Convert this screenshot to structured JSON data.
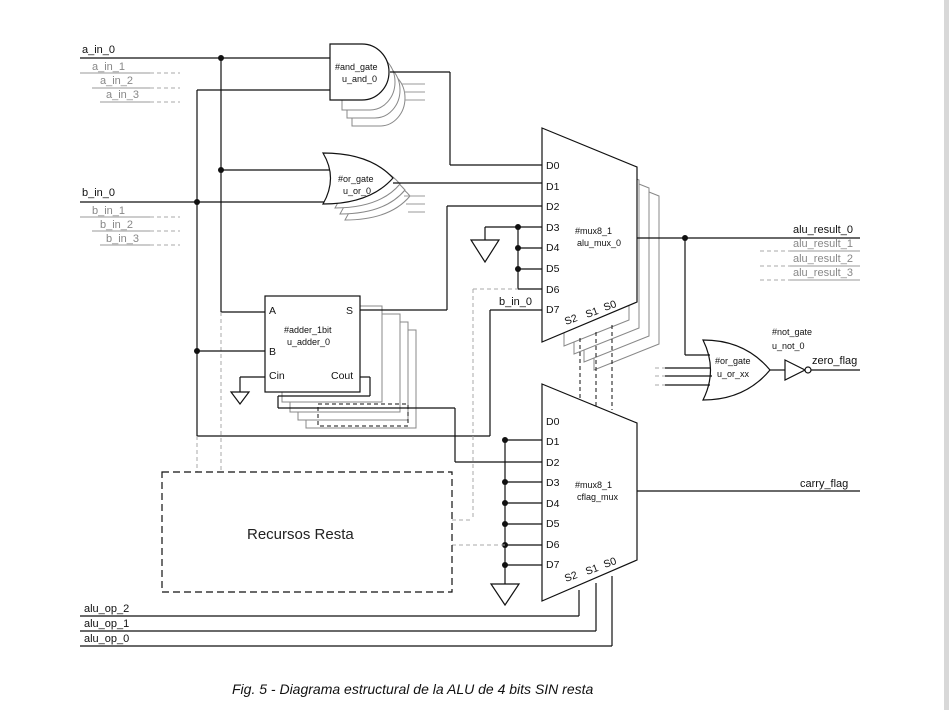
{
  "inputs": {
    "a": [
      "a_in_0",
      "a_in_1",
      "a_in_2",
      "a_in_3"
    ],
    "b": [
      "b_in_0",
      "b_in_1",
      "b_in_2",
      "b_in_3"
    ],
    "op": [
      "alu_op_2",
      "alu_op_1",
      "alu_op_0"
    ]
  },
  "outputs": {
    "result": [
      "alu_result_0",
      "alu_result_1",
      "alu_result_2",
      "alu_result_3"
    ],
    "zero": "zero_flag",
    "carry": "carry_flag"
  },
  "blocks": {
    "and_gate": {
      "type": "#and_gate",
      "inst": "u_and_0"
    },
    "or_gate": {
      "type": "#or_gate",
      "inst": "u_or_0"
    },
    "adder": {
      "type": "#adder_1bit",
      "inst": "u_adder_0",
      "pins": {
        "a": "A",
        "b": "B",
        "cin": "Cin",
        "s": "S",
        "cout": "Cout"
      }
    },
    "mux_result": {
      "type": "#mux8_1",
      "inst": "alu_mux_0"
    },
    "mux_carry": {
      "type": "#mux8_1",
      "inst": "cflag_mux"
    },
    "or_zero": {
      "type": "#or_gate",
      "inst": "u_or_xx"
    },
    "not_zero": {
      "type": "#not_gate",
      "inst": "u_not_0"
    },
    "resta": {
      "label": "Recursos Resta"
    }
  },
  "mux_pins": {
    "data": [
      "D0",
      "D1",
      "D2",
      "D3",
      "D4",
      "D5",
      "D6",
      "D7"
    ],
    "select": [
      "S2",
      "S1",
      "S0"
    ]
  },
  "b_in_0_tap": "b_in_0",
  "caption": "Fig. 5 - Diagrama estructural de la ALU de 4 bits SIN resta"
}
